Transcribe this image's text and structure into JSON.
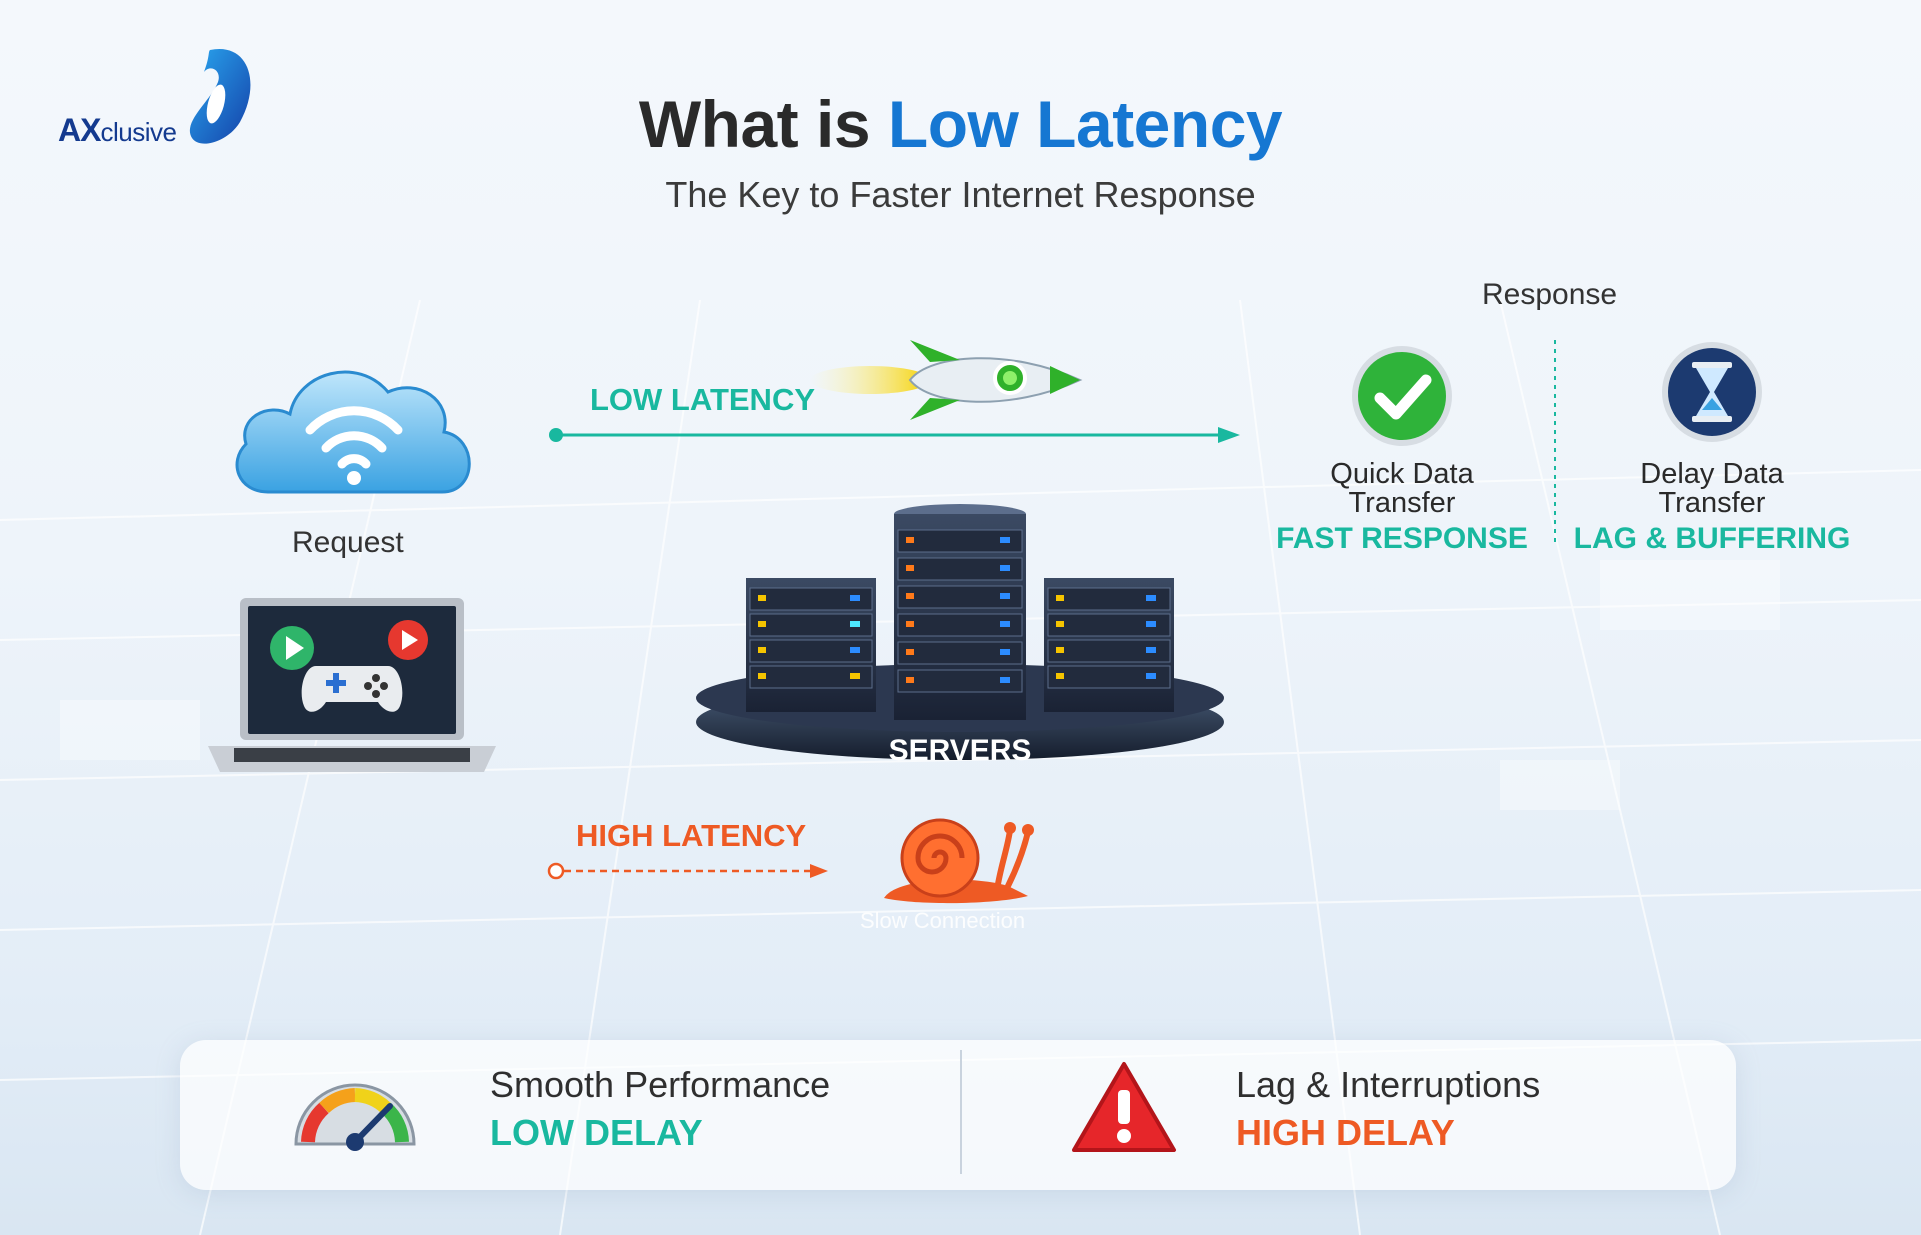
{
  "brand": {
    "logo_prefix": "AX",
    "logo_suffix": "clusive"
  },
  "header": {
    "title_prefix": "What is ",
    "title_accent": "Low Latency",
    "subtitle": "The Key to Faster Internet Response"
  },
  "diagram": {
    "request_label": "Request",
    "low_latency_label": "LOW LATENCY",
    "high_latency_label": "HIGH LATENCY",
    "servers_label": "SERVERS",
    "slow_connection_label": "Slow Connection",
    "response_label": "Response",
    "responses": [
      {
        "title_line1": "Quick Data",
        "title_line2": "Transfer",
        "subtitle": "FAST RESPONSE"
      },
      {
        "title_line1": "Delay Data",
        "title_line2": "Transfer",
        "subtitle": "LAG & BUFFERING"
      }
    ]
  },
  "bottom": {
    "left": {
      "title": "Smooth Performance",
      "subtitle": "LOW DELAY"
    },
    "right": {
      "title": "Lag & Interruptions",
      "subtitle": "HIGH DELAY"
    }
  },
  "colors": {
    "accent_blue": "#1677d2",
    "teal": "#19b89f",
    "orange": "#ee5a24"
  }
}
